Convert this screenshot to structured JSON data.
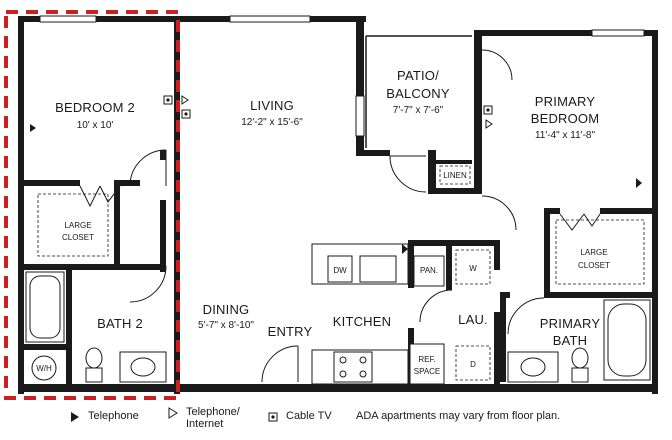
{
  "rooms": {
    "bedroom2": {
      "name": "BEDROOM 2",
      "dims": "10' x 10'"
    },
    "living": {
      "name": "LIVING",
      "dims": "12'-2\" x 15'-6\""
    },
    "patio": {
      "name_line1": "PATIO/",
      "name_line2": "BALCONY",
      "dims": "7'-7\" x 7'-6\""
    },
    "primary_bedroom": {
      "name_line1": "PRIMARY",
      "name_line2": "BEDROOM",
      "dims": "11'-4\" x 11'-8\""
    },
    "linen": {
      "name": "LINEN"
    },
    "large_closet_left": {
      "line1": "LARGE",
      "line2": "CLOSET"
    },
    "large_closet_right": {
      "line1": "LARGE",
      "line2": "CLOSET"
    },
    "bath2": {
      "name": "BATH 2"
    },
    "dining": {
      "name": "DINING",
      "dims": "5'-7\" x 8'-10\""
    },
    "entry": {
      "name": "ENTRY"
    },
    "kitchen": {
      "name": "KITCHEN"
    },
    "laundry": {
      "name": "LAU."
    },
    "primary_bath": {
      "name_line1": "PRIMARY",
      "name_line2": "BATH"
    }
  },
  "fixtures": {
    "dw": "DW",
    "pan": "PAN.",
    "ref_line1": "REF.",
    "ref_line2": "SPACE",
    "wh": "W/H",
    "washer": "W",
    "dryer": "D"
  },
  "legend": {
    "telephone": "Telephone",
    "telephone_internet_line1": "Telephone/",
    "telephone_internet_line2": "Internet",
    "cable_tv": "Cable TV",
    "note": "ADA apartments may vary from floor plan."
  },
  "colors": {
    "wall": "#1a1a1a",
    "highlight_dash": "#cc1f1f"
  }
}
